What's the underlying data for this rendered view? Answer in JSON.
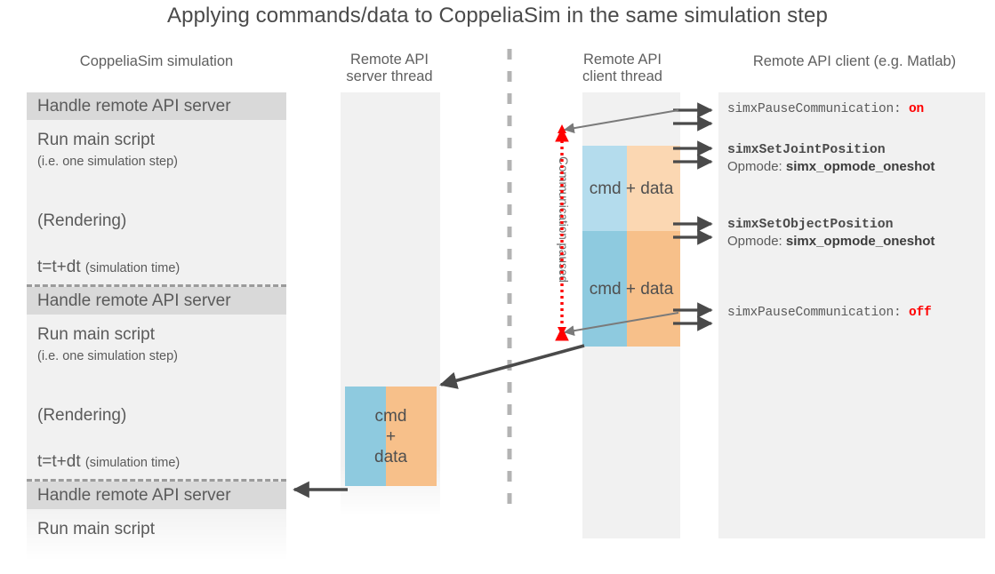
{
  "title": "Applying commands/data to CoppeliaSim in the same simulation step",
  "columns": {
    "sim": "CoppeliaSim simulation",
    "server_line1": "Remote API",
    "server_line2": "server thread",
    "client_line1": "Remote API",
    "client_line2": "client thread",
    "api_client": "Remote API client (e.g. Matlab)"
  },
  "sim_steps": [
    {
      "header": "Handle remote API server",
      "line1": "Run main script",
      "line2": "(i.e. one simulation step)",
      "line3": "(Rendering)",
      "time": "t=t+dt",
      "time_note": "(simulation time)"
    },
    {
      "header": "Handle remote API server",
      "line1": "Run main script",
      "line2": "(i.e. one simulation step)",
      "line3": "(Rendering)",
      "time": "t=t+dt",
      "time_note": "(simulation time)"
    },
    {
      "header": "Handle remote API server",
      "line1": "Run main script",
      "line2": "",
      "line3": "",
      "time": "",
      "time_note": ""
    }
  ],
  "blocks": {
    "client_top": "cmd + data",
    "client_bottom": "cmd + data",
    "server": "cmd\n+\ndata"
  },
  "paused_label": "Communication paused",
  "api_calls": [
    {
      "name": "simxPauseCommunication: ",
      "state": "on",
      "opmode_label": "",
      "opmode_value": "",
      "style": "mono"
    },
    {
      "name": "simxSetJointPosition",
      "state": "",
      "opmode_label": "Opmode: ",
      "opmode_value": "simx_opmode_oneshot",
      "style": "bold"
    },
    {
      "name": "simxSetObjectPosition",
      "state": "",
      "opmode_label": "Opmode: ",
      "opmode_value": "simx_opmode_oneshot",
      "style": "bold"
    },
    {
      "name": "simxPauseCommunication: ",
      "state": "off",
      "opmode_label": "",
      "opmode_value": "",
      "style": "mono"
    }
  ],
  "colors": {
    "cmd_blue": "#8ecadf",
    "data_orange": "#f7c08a",
    "panel_grey": "#f1f1f1",
    "band_grey": "#d9d9d9",
    "accent_red": "#ff0000",
    "arrow_grey": "#4a4a4a"
  }
}
